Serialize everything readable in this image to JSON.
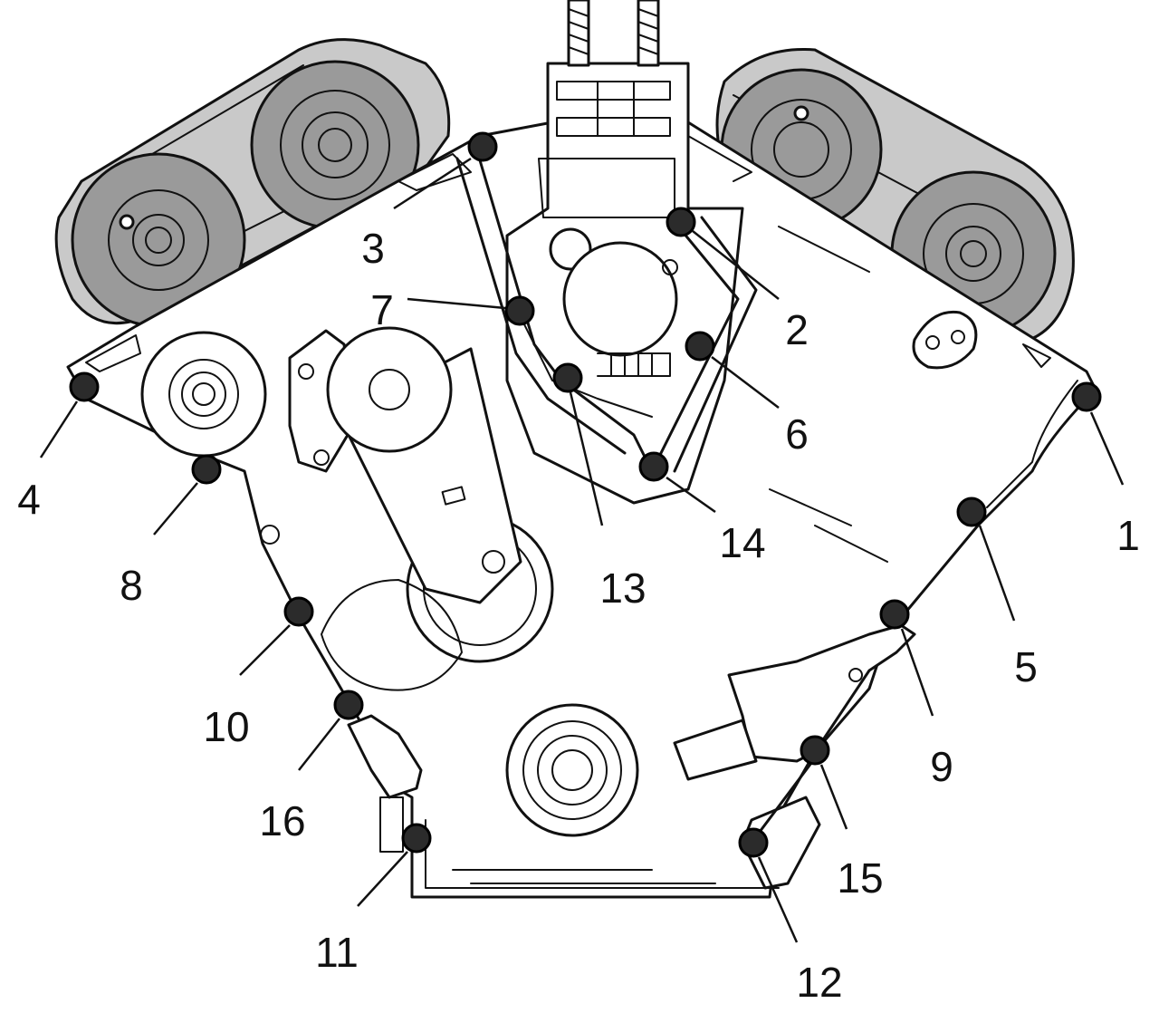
{
  "diagram": {
    "bolt_labels": [
      "1",
      "2",
      "3",
      "4",
      "5",
      "6",
      "7",
      "8",
      "9",
      "10",
      "11",
      "12",
      "13",
      "14",
      "15",
      "16"
    ]
  },
  "colors": {
    "ink": "#111111",
    "bolt": "#2b2b2b",
    "gear": "#9a9a9a",
    "chain": "#c9c9c9",
    "background": "#ffffff"
  }
}
